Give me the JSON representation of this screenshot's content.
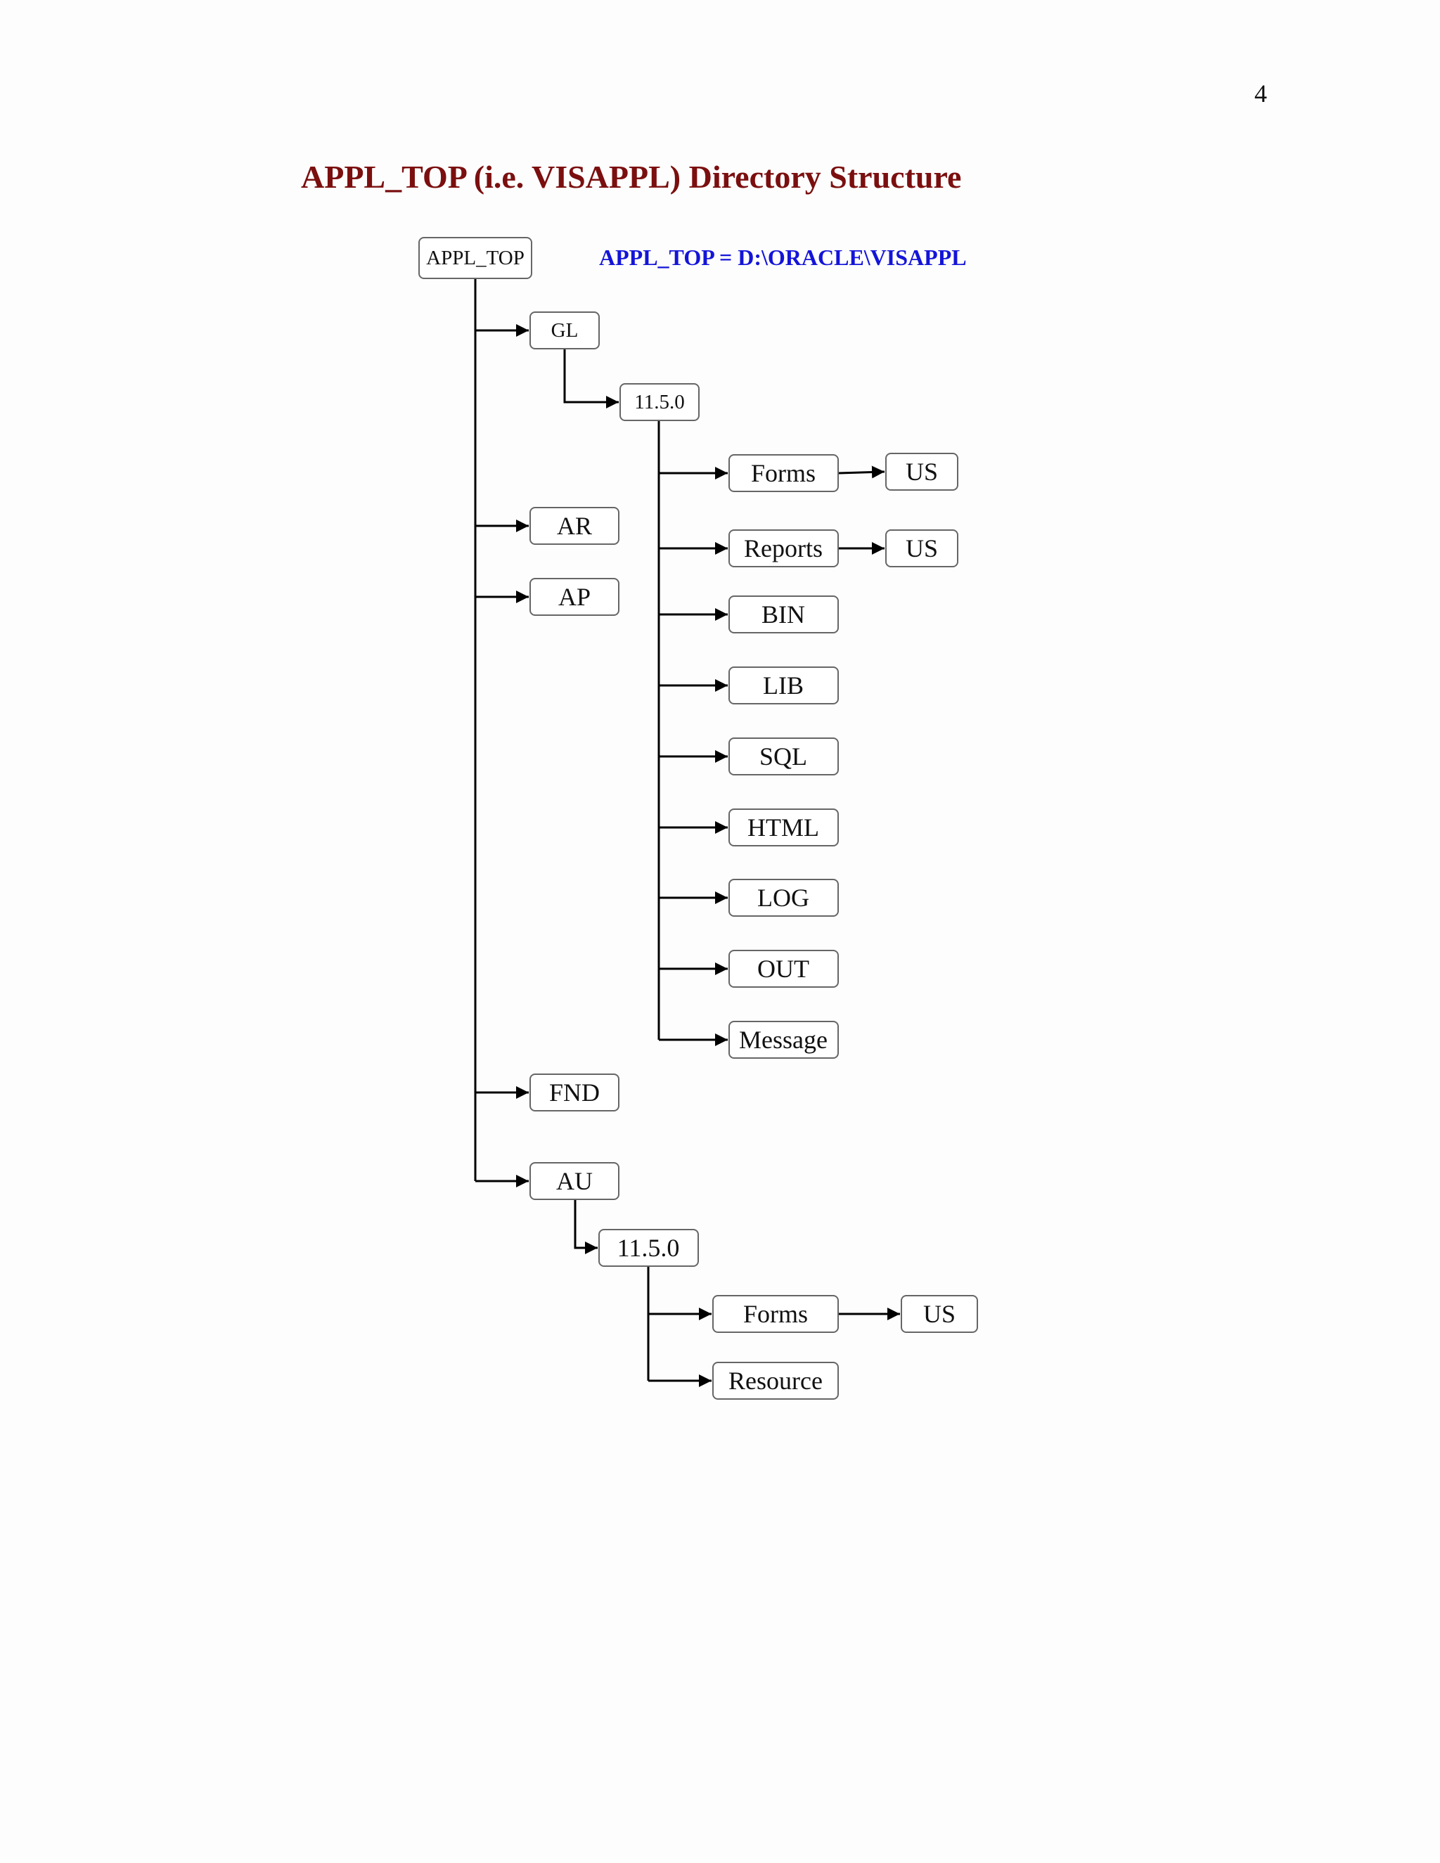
{
  "page": {
    "number": "4"
  },
  "title": "APPL_TOP (i.e. VISAPPL) Directory Structure",
  "note": "APPL_TOP = D:\\ORACLE\\VISAPPL",
  "tree": {
    "root": "APPL_TOP",
    "gl": "GL",
    "gl_version": "11.5.0",
    "gl_forms": "Forms",
    "gl_forms_us": "US",
    "gl_reports": "Reports",
    "gl_reports_us": "US",
    "gl_bin": "BIN",
    "gl_lib": "LIB",
    "gl_sql": "SQL",
    "gl_html": "HTML",
    "gl_log": "LOG",
    "gl_out": "OUT",
    "gl_message": "Message",
    "ar": "AR",
    "ap": "AP",
    "fnd": "FND",
    "au": "AU",
    "au_version": "11.5.0",
    "au_forms": "Forms",
    "au_forms_us": "US",
    "au_resource": "Resource"
  }
}
